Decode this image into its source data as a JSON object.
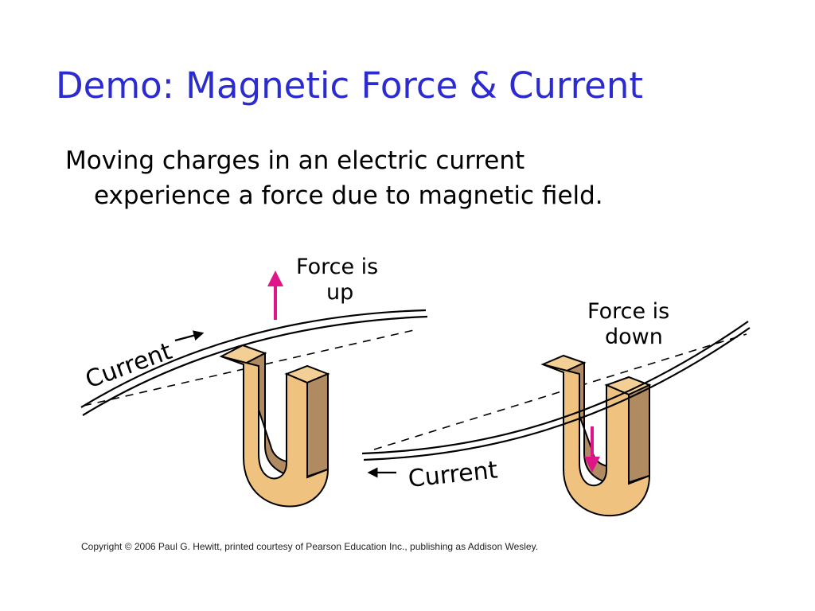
{
  "slide": {
    "title": "Demo: Magnetic Force & Current",
    "body_line_1": "Moving charges in an electric current",
    "body_line_2": "experience a force due to magnetic field."
  },
  "illustration": {
    "left_force_line_1": "Force is",
    "left_force_line_2": "up",
    "left_current_label": "Current",
    "right_force_line_1": "Force is",
    "right_force_line_2": "down",
    "right_current_label": "Current",
    "colors": {
      "magnet_light": "#f0c27f",
      "magnet_dark": "#b08a60",
      "force_arrow": "#e0158a",
      "title_blue": "#2b2bd0"
    }
  },
  "footer": {
    "copyright": "Copyright © 2006 Paul G. Hewitt, printed courtesy of Pearson Education Inc., publishing as Addison Wesley."
  }
}
